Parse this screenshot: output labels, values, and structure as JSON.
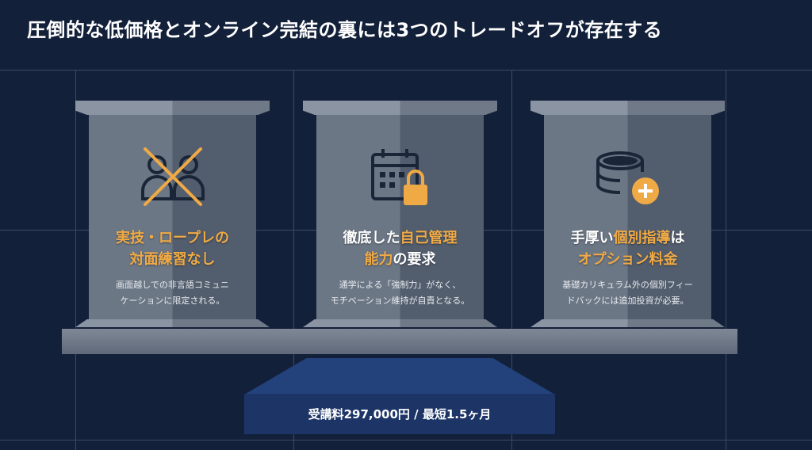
{
  "title": "圧倒的な低価格とオンライン完結の裏には3つのトレードオフが存在する",
  "pillars": [
    {
      "icon": "crossed-out-people-icon",
      "head_hl1": "実技・ロープレの",
      "head_hl2": "対面練習なし",
      "desc1": "画面越しでの非言語コミュニ",
      "desc2": "ケーションに限定される。"
    },
    {
      "icon": "calendar-lock-icon",
      "head_a": "徹底した",
      "head_hl1": "自己管理",
      "head_hl2": "能力",
      "head_b": "の要求",
      "desc1": "通学による「強制力」がなく、",
      "desc2": "モチベーション維持が自責となる。"
    },
    {
      "icon": "coins-plus-icon",
      "head_a": "手厚い",
      "head_hl1": "個別指導",
      "head_b": "は",
      "head_hl2": "オプション料金",
      "desc1": "基礎カリキュラム外の個別フィー",
      "desc2": "ドバックには追加投資が必要。"
    }
  ],
  "foundation": {
    "price": "受講料297,000円 / 最短1.5ヶ月"
  },
  "colors": {
    "accent": "#f0aa45",
    "background": "#13203a",
    "base": "#1c3466"
  }
}
